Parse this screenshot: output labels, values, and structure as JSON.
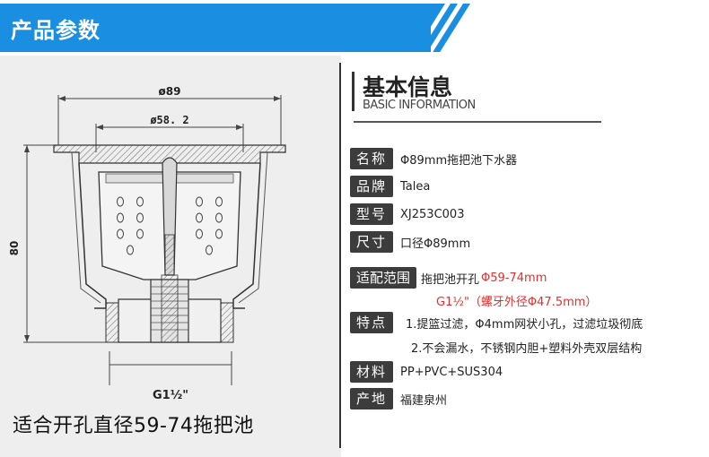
{
  "header": {
    "title": "产品参数"
  },
  "drawing": {
    "dim_outer": "ø89",
    "dim_inner": "ø58. 2",
    "dim_height": "80",
    "thread": "G1½\""
  },
  "caption": "适合开孔直径59-74拖把池",
  "info": {
    "title": "基本信息",
    "subtitle": "BASIC INFORMATION",
    "rows": [
      {
        "label": "名称",
        "value": "Φ89mm拖把池下水器"
      },
      {
        "label": "品牌",
        "value": "Talea"
      },
      {
        "label": "型号",
        "value": "XJ253C003"
      },
      {
        "label": "尺寸",
        "value": "口径Φ89mm"
      }
    ],
    "fit": {
      "label": "适配范围",
      "value_prefix": "拖把池开孔",
      "value_red": "Φ59-74mm",
      "line2": "G1½\"（螺牙外径Φ47.5mm）"
    },
    "features": {
      "label": "特点",
      "line1": "1.提篮过滤，Φ4mm网状小孔，过滤垃圾彻底",
      "line2": "2.不会漏水，不锈钢内胆+塑料外壳双层结构"
    },
    "material": {
      "label": "材料",
      "value": "PP+PVC+SUS304"
    },
    "origin": {
      "label": "产地",
      "value": "福建泉州"
    }
  },
  "colors": {
    "banner": "#1a8ee0",
    "tag_bg": "#3c3c3c",
    "highlight": "#e03030"
  }
}
